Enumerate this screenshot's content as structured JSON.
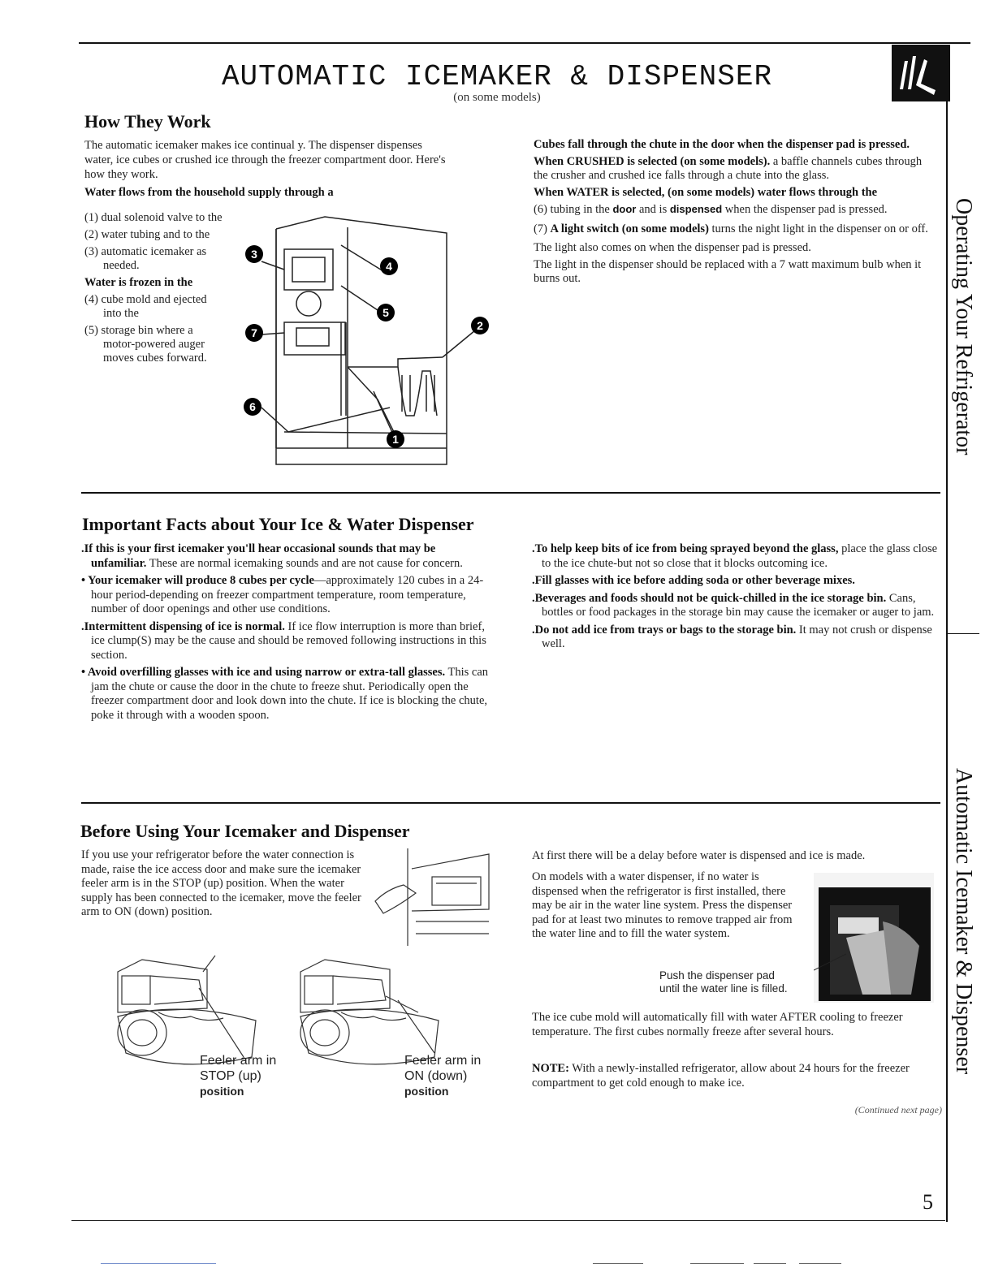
{
  "header": {
    "title": "AUTOMATIC ICEMAKER & DISPENSER",
    "subtitle": "(on some models)"
  },
  "how_they_work": {
    "heading": "How They Work",
    "intro": "The automatic icemaker makes ice continual y. The dispenser dispenses water, ice cubes or crushed ice through the freezer compartment door. Here's how they work.",
    "water_flows_heading": "Water flows from the household supply through a",
    "steps_a": [
      {
        "num": "(1)",
        "text": "dual solenoid valve to the"
      },
      {
        "num": "(2)",
        "text": "water tubing and to the"
      },
      {
        "num": "(3)",
        "text": "automatic icemaker as needed."
      }
    ],
    "frozen_heading": "Water is frozen in the",
    "steps_b": [
      {
        "num": "(4)",
        "text": "cube mold and ejected into the"
      },
      {
        "num": "(5)",
        "text": "storage bin where a motor-powered auger moves cubes forward."
      }
    ],
    "right_col": {
      "cubes_fall": "Cubes fall through the chute in the door when the dispenser pad is pressed.",
      "crushed_bold": "When CRUSHED is selected (on some models).",
      "crushed_text": " a baffle channels cubes through the crusher and crushed ice falls through a chute into the glass.",
      "water_bold": "When WATER is selected, (on some models) water flows through the",
      "step6_num": "(6)",
      "step6_a": "tubing in the ",
      "step6_b": "door",
      "step6_c": " and is ",
      "step6_d": "dispensed",
      "step6_e": " when the dispenser pad is pressed.",
      "step7_num": "(7)",
      "step7_bold": "A light switch (on some models)",
      "step7_text": " turns the night light in the dispenser on or off.",
      "light_also": "The light also comes on when the dispenser pad is pressed.",
      "light_replace": "The light in the dispenser should be replaced with a 7 watt maximum bulb when it burns out."
    },
    "diagram_numbers": [
      "3",
      "4",
      "5",
      "7",
      "2",
      "6",
      "1"
    ]
  },
  "important_facts": {
    "heading": "Important Facts about Your Ice & Water Dispenser",
    "left": [
      {
        "bold": ".If this is your first icemaker you'll hear occasional sounds that may be unfamiliar.",
        "text": " These are normal icemaking sounds and are not cause for concern."
      },
      {
        "bold": "• Your icemaker will produce 8 cubes per cycle",
        "text": "—approximately 120 cubes in a 24-hour period-depending on freezer compartment temperature, room temperature, number of door openings and other use conditions."
      },
      {
        "bold": ".Intermittent dispensing of ice is normal.",
        "text": " If ice flow interruption is more than brief, ice clump(S) may be the cause and should be removed following instructions in this section."
      },
      {
        "bold": "• Avoid overfilling glasses with ice and using narrow or extra-tall glasses.",
        "text": " This can jam the chute or cause the door in the chute to freeze shut. Periodically open the freezer compartment door and look down into the chute. If ice is blocking the chute, poke it through with a wooden spoon."
      }
    ],
    "right": [
      {
        "bold": ".To help keep bits of ice from being sprayed beyond the glass,",
        "text": " place the glass close to the ice chute-but not so close that it blocks outcoming ice."
      },
      {
        "bold": ".Fill glasses with ice before adding soda or other beverage mixes.",
        "text": ""
      },
      {
        "bold": ".Beverages and foods should not be quick-chilled in the ice storage bin.",
        "text": " Cans, bottles or food packages in the storage bin may cause the icemaker or auger to jam."
      },
      {
        "bold": ".Do not add ice from trays or bags to the storage bin.",
        "text": " It may not crush or dispense well."
      }
    ]
  },
  "before_using": {
    "heading": "Before Using Your Icemaker and Dispenser",
    "left_text": "If you use your refrigerator before the water connection is made, raise the ice access door and make sure the icemaker feeler arm is in the STOP (up) position. When the water supply has been connected to the icemaker, move the feeler arm to ON (down) position.",
    "caption1_a": "Feeler arm in",
    "caption1_b": "STOP (up)",
    "caption1_c": "position",
    "caption2_a": "Feeler arm in",
    "caption2_b": "ON (down)",
    "caption2_c": "position",
    "right_delay": "At first there will be a delay before water is dispensed and ice is made.",
    "right_models": "On models with a water dispenser, if no water is dispensed when the refrigerator is first installed, there may be air in the water line system. Press the dispenser pad for at least two minutes to remove trapped air from the water line and to fill the water system.",
    "push_caption_1": "Push the dispenser pad",
    "push_caption_2": "until the water line is filled.",
    "ice_mold": "The ice cube mold will automatically fill with water AFTER cooling to freezer temperature. The first cubes normally freeze after several hours.",
    "note_label": "NOTE:",
    "note_text": " With a newly-installed refrigerator, allow about 24 hours for the freezer compartment to get cold enough to make ice.",
    "continued": "(Continued next page)"
  },
  "side_tabs": {
    "tab1": "Operating Your Refrigerator",
    "tab2": "Automatic Icemaker & Dispenser"
  },
  "page_number": "5"
}
